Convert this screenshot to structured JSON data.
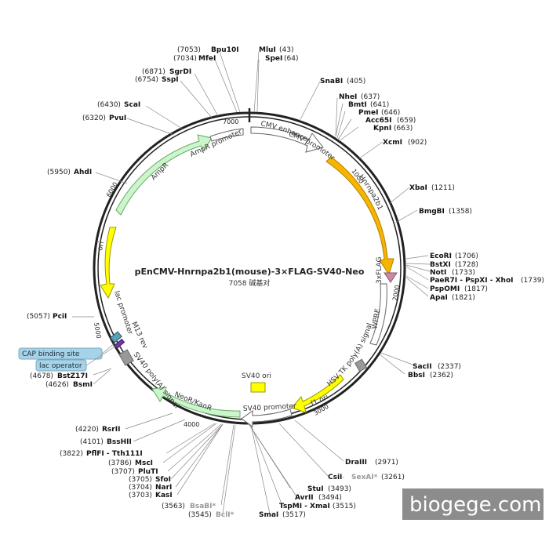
{
  "plasmid": {
    "name": "pEnCMV-Hnrnpa2b1(mouse)-3×FLAG-SV40-Neo",
    "size_label": "7058 碱基对"
  },
  "ticks": [
    "1000",
    "2000",
    "3000",
    "4000",
    "5000",
    "6000",
    "7000"
  ],
  "features": {
    "cmv_enhancer": "CMV enhancer",
    "cmv_promoter": "CMV promoter",
    "hnrnpa2b1": "Hnrnpa2b1",
    "flag": "3xFLAG",
    "wpre": "WPRE",
    "hsv_tk": "HSV TK poly(A) signal",
    "f1_ori": "f1 ori",
    "sv40_promoter": "SV40 promoter",
    "sv40_ori": "SV40 ori",
    "neo": "NeoR/KanR",
    "sv40_polya": "SV40 poly(A) signal",
    "m13_rev": "M13 rev",
    "lac_promoter": "lac promoter",
    "ori": "ori",
    "ampr": "AmpR",
    "ampr_promoter": "AmpR promoter"
  },
  "boxes": {
    "cap": "CAP binding site",
    "lac_op": "lac operator"
  },
  "sites": {
    "bpu10i": {
      "pos": "(7053)",
      "name": "Bpu10I"
    },
    "mfei": {
      "pos": "(7034)",
      "name": "MfeI"
    },
    "mlui": {
      "name": "MluI",
      "pos": "(43)"
    },
    "spei": {
      "name": "SpeI",
      "pos": "(64)"
    },
    "sgrdi": {
      "pos": "(6871)",
      "name": "SgrDI"
    },
    "sspi": {
      "pos": "(6754)",
      "name": "SspI"
    },
    "snabi": {
      "name": "SnaBI",
      "pos": "(405)"
    },
    "scai": {
      "pos": "(6430)",
      "name": "ScaI"
    },
    "nhei": {
      "name": "NheI",
      "pos": "(637)"
    },
    "bmti": {
      "name": "BmtI",
      "pos": "(641)"
    },
    "pvui": {
      "pos": "(6320)",
      "name": "PvuI"
    },
    "pmei": {
      "name": "PmeI",
      "pos": "(646)"
    },
    "acc65i": {
      "name": "Acc65I",
      "pos": "(659)"
    },
    "kpni": {
      "name": "KpnI",
      "pos": "(663)"
    },
    "xcmi": {
      "name": "XcmI",
      "pos": "(902)"
    },
    "ahdi": {
      "pos": "(5950)",
      "name": "AhdI"
    },
    "xbai": {
      "name": "XbaI",
      "pos": "(1211)"
    },
    "bmgbi": {
      "name": "BmgBI",
      "pos": "(1358)"
    },
    "ecori": {
      "name": "EcoRI",
      "pos": "(1706)"
    },
    "bstxi": {
      "name": "BstXI",
      "pos": "(1728)"
    },
    "noti": {
      "name": "NotI",
      "pos": "(1733)"
    },
    "paer7i": {
      "name": "PaeR7I - PspXI - XhoI",
      "pos": "(1739)"
    },
    "pspomi": {
      "name": "PspOMI",
      "pos": "(1817)"
    },
    "apai": {
      "name": "ApaI",
      "pos": "(1821)"
    },
    "pcii": {
      "pos": "(5057)",
      "name": "PciI"
    },
    "sacii": {
      "name": "SacII",
      "pos": "(2337)"
    },
    "bbsi": {
      "name": "BbsI",
      "pos": "(2362)"
    },
    "bstz17i": {
      "pos": "(4678)",
      "name": "BstZ17I"
    },
    "bsmi": {
      "pos": "(4626)",
      "name": "BsmI"
    },
    "rsrii": {
      "pos": "(4220)",
      "name": "RsrII"
    },
    "bsshii": {
      "pos": "(4101)",
      "name": "BssHII"
    },
    "pflfi": {
      "pos": "(3822)",
      "name": "PflFI - Tth111I"
    },
    "msci": {
      "pos": "(3786)",
      "name": "MscI"
    },
    "pluti": {
      "pos": "(3707)",
      "name": "PluTI"
    },
    "sfoi": {
      "pos": "(3705)",
      "name": "SfoI"
    },
    "nari": {
      "pos": "(3704)",
      "name": "NarI"
    },
    "kasi": {
      "pos": "(3703)",
      "name": "KasI"
    },
    "bsabi": {
      "pos": "(3563)",
      "name": "BsaBI*"
    },
    "bcli": {
      "pos": "(3545)",
      "name": "BclI*"
    },
    "draiii": {
      "name": "DraIII",
      "pos": "(2971)"
    },
    "csii": {
      "name": "CsiI",
      "sep": " - ",
      "name2": "SexAI*",
      "pos": "(3261)"
    },
    "stui": {
      "name": "StuI",
      "pos": "(3493)"
    },
    "avrii": {
      "name": "AvrII",
      "pos": "(3494)"
    },
    "tspmi": {
      "name": "TspMI - XmaI",
      "pos": "(3515)"
    },
    "smai": {
      "name": "SmaI",
      "pos": "(3517)"
    }
  },
  "watermark": "biogege.com",
  "colors": {
    "backbone": "#222222",
    "promoter_fill": "#ffffff",
    "orf": "#f7b500",
    "origin": "#ffff00",
    "resistance": "#ccf5cc",
    "flag": "#c98aa6",
    "polya": "#999999",
    "cap_box": "#a7d3e9"
  }
}
